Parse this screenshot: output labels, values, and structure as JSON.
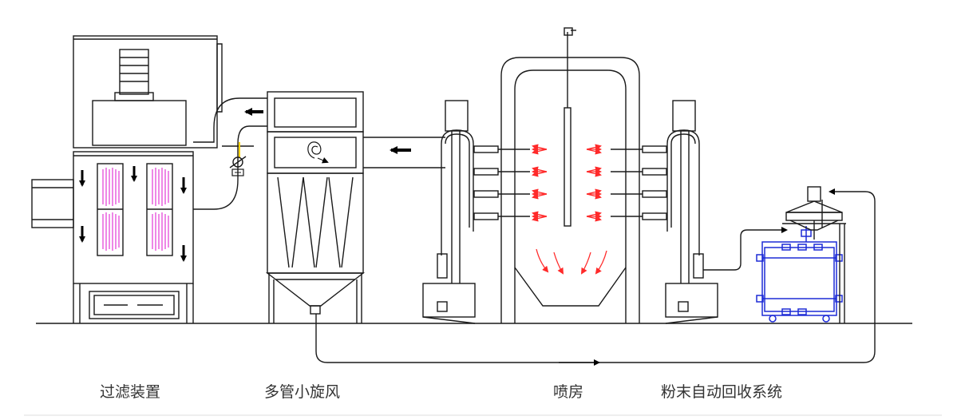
{
  "labels": {
    "filter": "过滤装置",
    "cyclone": "多管小旋风",
    "booth": "喷房",
    "recovery": "粉末自动回收系统"
  },
  "colors": {
    "line": "#1a1a1a",
    "flow_arrow": "#000000",
    "spray": "#ff2a2a",
    "filter_cartridge": "#e23ad6",
    "recovery_unit": "#1d2bd6",
    "detector": "#ffd400"
  }
}
